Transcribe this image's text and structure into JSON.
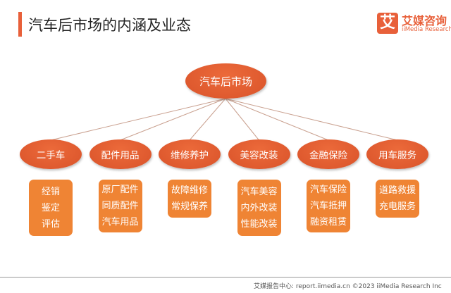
{
  "title": "汽车后市场的内涵及业态",
  "logo": {
    "mark": "艾",
    "cn": "艾媒咨询",
    "en": "iiMedia Research"
  },
  "root": "汽车后市场",
  "categories": [
    {
      "label": "二手车",
      "items": [
        "经销",
        "鉴定",
        "评估"
      ]
    },
    {
      "label": "配件用品",
      "items": [
        "原厂配件",
        "同质配件",
        "汽车用品"
      ]
    },
    {
      "label": "维修养护",
      "items": [
        "故障维修",
        "常规保养"
      ]
    },
    {
      "label": "美容改装",
      "items": [
        "汽车美容",
        "内外改装",
        "性能改装"
      ]
    },
    {
      "label": "金融保险",
      "items": [
        "汽车保险",
        "汽车抵押",
        "融资租赁"
      ]
    },
    {
      "label": "用车服务",
      "items": [
        "道路救援",
        "充电服务"
      ]
    }
  ],
  "footer": "艾媒报告中心: report.iimedia.cn  ©2023  iiMedia Research  Inc",
  "colors": {
    "accent": "#e8603a",
    "ellipse": "#dc552b",
    "box": "#ef8434"
  }
}
